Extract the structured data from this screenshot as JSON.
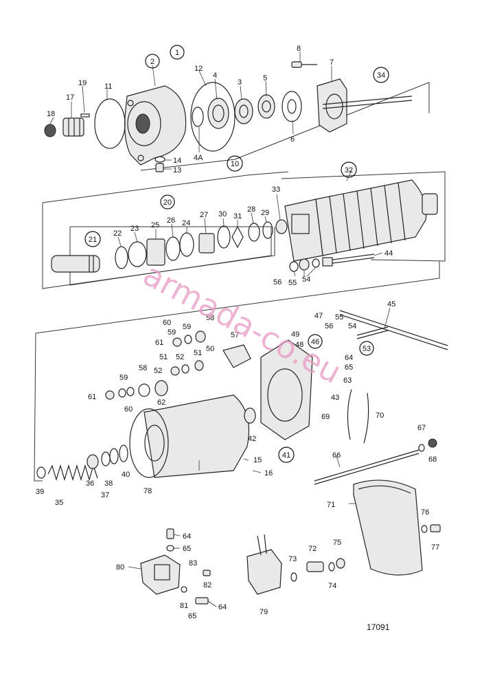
{
  "drawing_number": "17091",
  "watermark": "armada-co.eu",
  "callouts": {
    "c1": "1",
    "c2": "2",
    "c3": "3",
    "c4": "4",
    "c4a": "4A",
    "c5": "5",
    "c6": "6",
    "c7": "7",
    "c8": "8",
    "c10": "10",
    "c11": "11",
    "c12": "12",
    "c13": "13",
    "c14": "14",
    "c15": "15",
    "c16": "16",
    "c17": "17",
    "c18": "18",
    "c19": "19",
    "c20": "20",
    "c21": "21",
    "c22": "22",
    "c23": "23",
    "c24": "24",
    "c25": "25",
    "c26": "26",
    "c27": "27",
    "c28": "28",
    "c29": "29",
    "c30": "30",
    "c31": "31",
    "c32": "32",
    "c33": "33",
    "c34": "34",
    "c35": "35",
    "c36": "36",
    "c37": "37",
    "c38": "38",
    "c39": "39",
    "c40": "40",
    "c41": "41",
    "c42": "42",
    "c43": "43",
    "c44": "44",
    "c45": "45",
    "c46": "46",
    "c47": "47",
    "c48": "48",
    "c49": "49",
    "c50": "50",
    "c51": "51",
    "c52": "52",
    "c53": "53",
    "c54": "54",
    "c55": "55",
    "c56": "56",
    "c57": "57",
    "c58": "58",
    "c59": "59",
    "c60": "60",
    "c61": "61",
    "c62": "62",
    "c63": "63",
    "c64": "64",
    "c65": "65",
    "c66": "66",
    "c67": "67",
    "c68": "68",
    "c69": "69",
    "c70": "70",
    "c71": "71",
    "c72": "72",
    "c73": "73",
    "c74": "74",
    "c75": "75",
    "c76": "76",
    "c77": "77",
    "c78": "78",
    "c79": "79",
    "c80": "80",
    "c81": "81",
    "c82": "82",
    "c83": "83"
  }
}
